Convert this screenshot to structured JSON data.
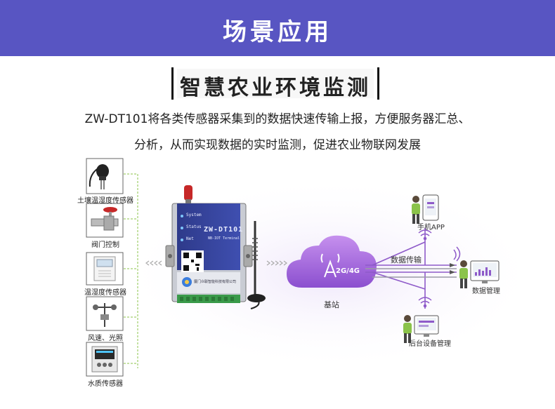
{
  "header": {
    "title": "场景应用"
  },
  "subtitle": "智慧农业环境监测",
  "description": {
    "line1": "ZW-DT101将各类传感器采集到的数据快速传输上报，方便服务器汇总、",
    "line2": "分析，从而实现数据的实时监测，促进农业物联网发展"
  },
  "sensors": [
    {
      "label": "土壤温湿度传感器",
      "icon": "soil-probe-icon"
    },
    {
      "label": "阀门控制",
      "icon": "valve-icon"
    },
    {
      "label": "温湿度传感器",
      "icon": "thermo-hygrometer-icon"
    },
    {
      "label": "风速、光照",
      "icon": "weather-station-icon"
    },
    {
      "label": "水质传感器",
      "icon": "water-quality-meter-icon"
    }
  ],
  "gateway": {
    "model": "ZW-DT101",
    "line": "NB-IOT Terminal",
    "leds": [
      "System",
      "Status",
      "Net"
    ],
    "maker": "厦门众联智能科技有限公司"
  },
  "network": {
    "cloud_label": "2G/4G",
    "base_station": "基站",
    "link_label": "数据传输"
  },
  "endpoints": {
    "phone": "手机APP",
    "data_mgmt": "数据管理",
    "backend": "后台设备管理"
  },
  "colors": {
    "banner": "#5855c2",
    "link_purple": "#8e5ac9",
    "cloud": "#9a5fd6"
  }
}
